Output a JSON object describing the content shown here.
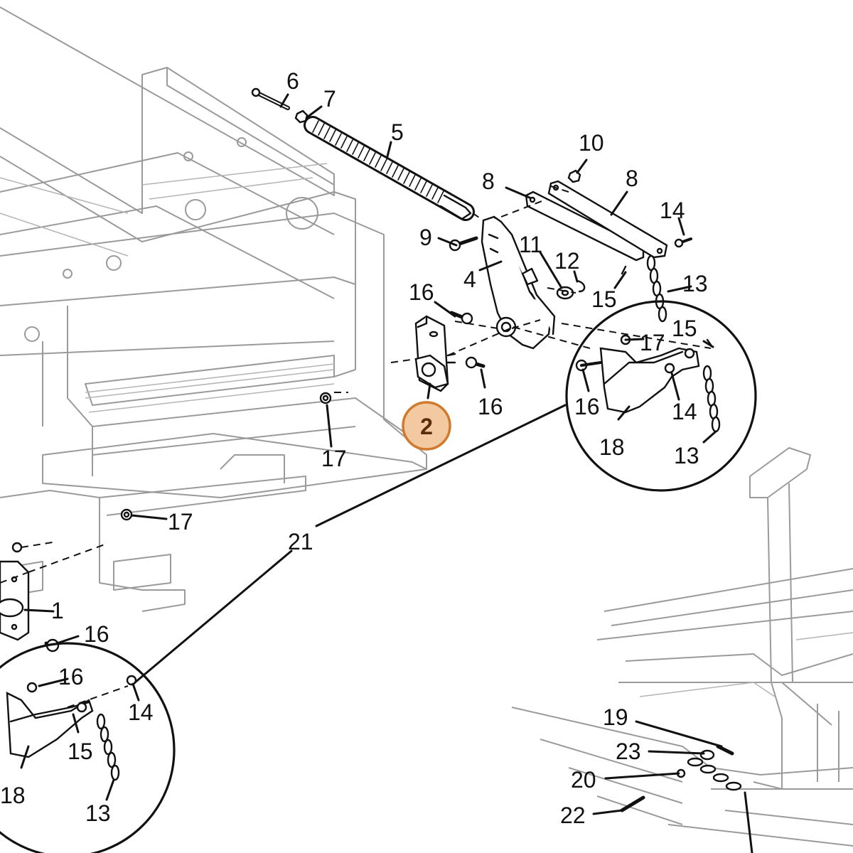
{
  "diagram": {
    "callouts": {
      "c1": "1",
      "c2": "2",
      "c4": "4",
      "c5": "5",
      "c6": "6",
      "c7": "7",
      "c8a": "8",
      "c8b": "8",
      "c9": "9",
      "c10": "10",
      "c11": "11",
      "c12": "12",
      "c13a": "13",
      "c13b": "13",
      "c13c": "13",
      "c14a": "14",
      "c14b": "14",
      "c14c": "14",
      "c15a": "15",
      "c15b": "15",
      "c15c": "15",
      "c16a": "16",
      "c16b": "16",
      "c16c": "16",
      "c16d": "16",
      "c16e": "16",
      "c17a": "17",
      "c17b": "17",
      "c17c": "17",
      "c18a": "18",
      "c18b": "18",
      "c19": "19",
      "c20": "20",
      "c21": "21",
      "c22": "22",
      "c23": "23"
    },
    "highlight_color": "#f2c9a0",
    "highlight_stroke": "#d07a2e"
  }
}
